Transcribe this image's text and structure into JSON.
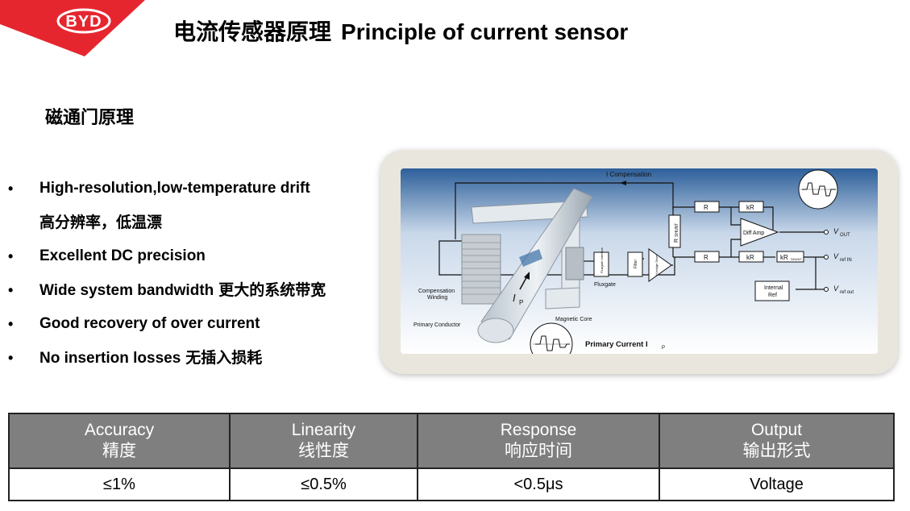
{
  "brand": {
    "logo_text": "BYD",
    "accent": "#e6262f"
  },
  "header": {
    "title_zh": "电流传感器原理",
    "title_en": "Principle of current sensor"
  },
  "section": {
    "subtitle": "磁通门原理"
  },
  "bullets": [
    {
      "text": "High-resolution,low-temperature drift",
      "zh": ""
    },
    {
      "text": "",
      "zh": "高分辨率，低温漂"
    },
    {
      "text": "Excellent DC precision",
      "zh": ""
    },
    {
      "text": "Wide system bandwidth",
      "zh": "更大的系统带宽"
    },
    {
      "text": "Good recovery of over current",
      "zh": ""
    },
    {
      "text": "No insertion  losses",
      "zh": "无插入损耗"
    }
  ],
  "diagram": {
    "i_compensation": "I Compensation",
    "compensation_winding_1": "Compensation",
    "compensation_winding_2": "Winding",
    "primary_conductor": "Primary Conductor",
    "magnetic_core": "Magnetic Core",
    "fluxgate": "Fluxgate",
    "fluxgate_interface": "Fluxgate Interface",
    "filter": "Filter",
    "h_bridge": "H-bridge Drive",
    "r_shunt": "R",
    "r_shunt_sub": "SHUNT",
    "r_top": "R",
    "kr_top": "kR",
    "r_bottom": "R",
    "kr_bottom": "kR",
    "kr_shunt": "kR",
    "kr_shunt_sub": "SHUNT",
    "diff_amp": "Diff Amp",
    "internal_ref_1": "Internal",
    "internal_ref_2": "Ref",
    "vout": "V",
    "vout_sub": "OUT",
    "vref_in": "V",
    "vref_in_sub": "ref IN",
    "vref_out": "V",
    "vref_out_sub": "ref out",
    "ip_label": "I",
    "ip_sub": "P",
    "primary_current": "Primary Current I",
    "primary_current_sub": "P"
  },
  "table": {
    "headers": [
      {
        "en": "Accuracy",
        "zh": "精度"
      },
      {
        "en": "Linearity",
        "zh": "线性度"
      },
      {
        "en": "Response",
        "zh": "响应时间"
      },
      {
        "en": "Output",
        "zh": "输出形式"
      }
    ],
    "row": [
      "≤1%",
      "≤0.5%",
      "<0.5μs",
      "Voltage"
    ],
    "header_bg": "#7f7f7f"
  }
}
